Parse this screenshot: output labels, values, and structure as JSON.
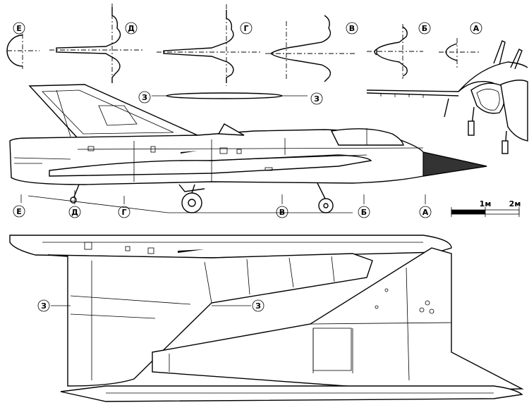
{
  "sections": {
    "section_a": "А",
    "section_b": "Б",
    "section_v": "В",
    "section_g": "Г",
    "section_d": "Д",
    "section_e": "Е"
  },
  "callout": "З",
  "scale": {
    "mark_1": "1м",
    "mark_2": "2м"
  }
}
